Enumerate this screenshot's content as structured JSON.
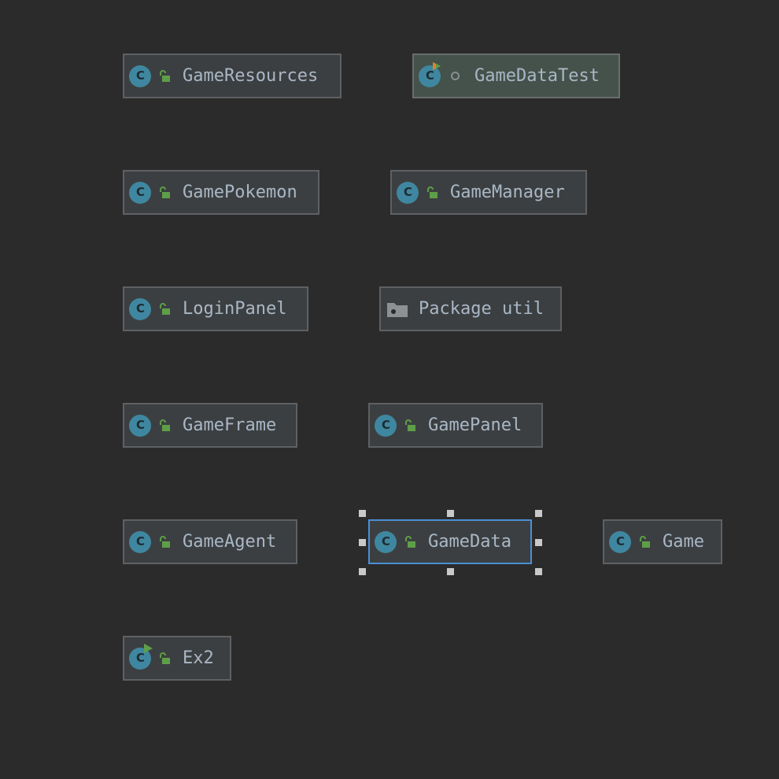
{
  "diagram": {
    "nodes": {
      "game_resources": {
        "label": "GameResources",
        "kind": "class"
      },
      "game_data_test": {
        "label": "GameDataTest",
        "kind": "test-class"
      },
      "game_pokemon": {
        "label": "GamePokemon",
        "kind": "class"
      },
      "game_manager": {
        "label": "GameManager",
        "kind": "class"
      },
      "login_panel": {
        "label": "LoginPanel",
        "kind": "class"
      },
      "package_util": {
        "label": "Package util",
        "kind": "package"
      },
      "game_frame": {
        "label": "GameFrame",
        "kind": "class"
      },
      "game_panel": {
        "label": "GamePanel",
        "kind": "class"
      },
      "game_agent": {
        "label": "GameAgent",
        "kind": "class"
      },
      "game_data": {
        "label": "GameData",
        "kind": "class",
        "selected": true
      },
      "game": {
        "label": "Game",
        "kind": "class"
      },
      "ex2": {
        "label": "Ex2",
        "kind": "main-class"
      }
    },
    "icons": {
      "class": "class-icon",
      "visibility": "public-lock-icon",
      "package": "folder-icon",
      "test_marker": "run-test-icon",
      "main_marker": "run-icon"
    },
    "colors": {
      "background": "#2b2b2b",
      "node_fill": "#3c3f41",
      "test_node_fill": "#45524b",
      "node_border": "#5e6063",
      "selection_border": "#4b8fd6",
      "class_icon": "#3f87a0",
      "lock": "#5f9e48",
      "text": "#a9b7c6"
    }
  }
}
